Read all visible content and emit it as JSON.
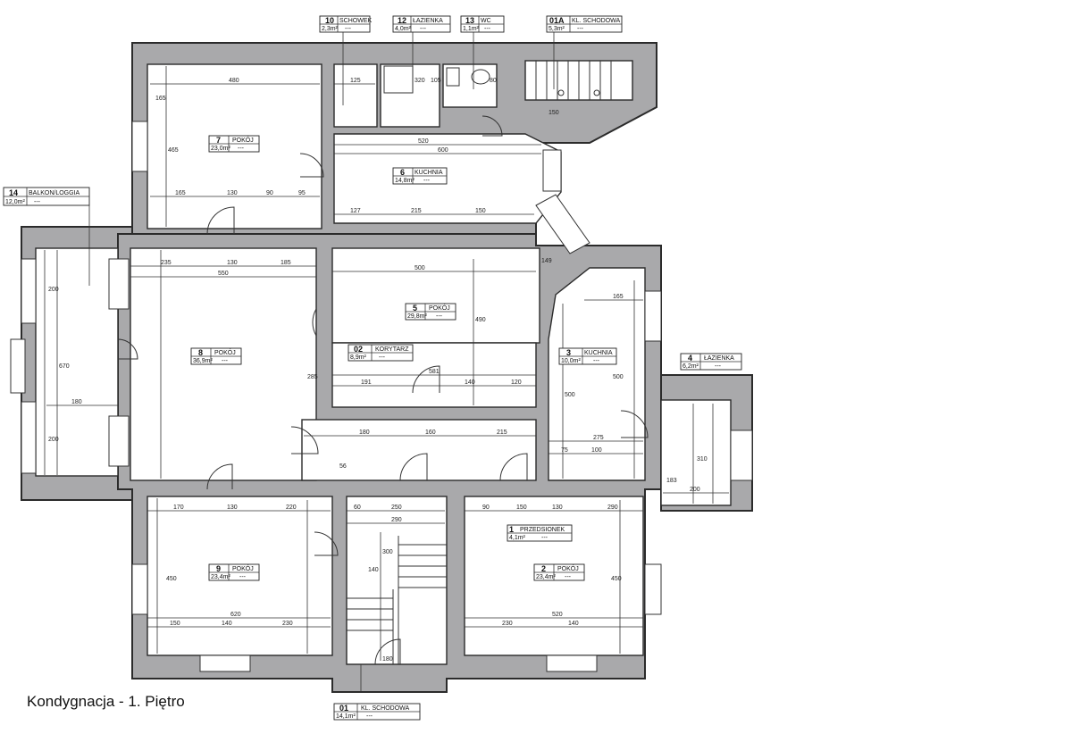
{
  "caption": "Kondygnacja - 1. Piętro",
  "rooms": [
    {
      "id": "r10",
      "num": "10",
      "name": "SCHOWEK",
      "area": "2,3m²",
      "extra": "---"
    },
    {
      "id": "r12",
      "num": "12",
      "name": "ŁAZIENKA",
      "area": "4,0m²",
      "extra": "---"
    },
    {
      "id": "r13",
      "num": "13",
      "name": "WC",
      "area": "1,1m²",
      "extra": "---"
    },
    {
      "id": "r01a",
      "num": "01A",
      "name": "KL. SCHODOWA",
      "area": "5,3m²",
      "extra": "---"
    },
    {
      "id": "r7",
      "num": "7",
      "name": "POKÓJ",
      "area": "23,0m²",
      "extra": "---"
    },
    {
      "id": "r6",
      "num": "6",
      "name": "KUCHNIA",
      "area": "14,8m²",
      "extra": "---"
    },
    {
      "id": "r14",
      "num": "14",
      "name": "BALKON/LOGGIA",
      "area": "12,0m²",
      "extra": "---"
    },
    {
      "id": "r5",
      "num": "5",
      "name": "POKÓJ",
      "area": "29,8m²",
      "extra": "---"
    },
    {
      "id": "r8",
      "num": "8",
      "name": "POKÓJ",
      "area": "36,9m²",
      "extra": "---"
    },
    {
      "id": "r02",
      "num": "02",
      "name": "KORYTARZ",
      "area": "8,9m²",
      "extra": "---"
    },
    {
      "id": "r3",
      "num": "3",
      "name": "KUCHNIA",
      "area": "10,0m²",
      "extra": "---"
    },
    {
      "id": "r4",
      "num": "4",
      "name": "ŁAZIENKA",
      "area": "6,2m²",
      "extra": "---"
    },
    {
      "id": "r1",
      "num": "1",
      "name": "PRZEDSIONEK",
      "area": "4,1m²",
      "extra": "---"
    },
    {
      "id": "r9",
      "num": "9",
      "name": "POKÓJ",
      "area": "23,4m²",
      "extra": "---"
    },
    {
      "id": "r2",
      "num": "2",
      "name": "POKÓJ",
      "area": "23,4m²",
      "extra": "---"
    },
    {
      "id": "r01",
      "num": "01",
      "name": "KL. SCHODOWA",
      "area": "14,1m²",
      "extra": "---"
    }
  ],
  "dimensions": [
    {
      "id": "d1",
      "text": "480"
    },
    {
      "id": "d2",
      "text": "125"
    },
    {
      "id": "d3",
      "text": "320"
    },
    {
      "id": "d4",
      "text": "105"
    },
    {
      "id": "d5",
      "text": "80"
    },
    {
      "id": "d6",
      "text": "150"
    },
    {
      "id": "d7",
      "text": "520"
    },
    {
      "id": "d8",
      "text": "600"
    },
    {
      "id": "d9",
      "text": "165"
    },
    {
      "id": "d10",
      "text": "130"
    },
    {
      "id": "d11",
      "text": "90"
    },
    {
      "id": "d12",
      "text": "95"
    },
    {
      "id": "d13",
      "text": "127"
    },
    {
      "id": "d14",
      "text": "215"
    },
    {
      "id": "d15",
      "text": "150"
    },
    {
      "id": "d16",
      "text": "235"
    },
    {
      "id": "d17",
      "text": "130"
    },
    {
      "id": "d18",
      "text": "185"
    },
    {
      "id": "d19",
      "text": "550"
    },
    {
      "id": "d20",
      "text": "500"
    },
    {
      "id": "d21",
      "text": "165"
    },
    {
      "id": "d22",
      "text": "581"
    },
    {
      "id": "d23",
      "text": "191"
    },
    {
      "id": "d24",
      "text": "140"
    },
    {
      "id": "d25",
      "text": "120"
    },
    {
      "id": "d26",
      "text": "180"
    },
    {
      "id": "d27",
      "text": "160"
    },
    {
      "id": "d28",
      "text": "215"
    },
    {
      "id": "d29",
      "text": "275"
    },
    {
      "id": "d30",
      "text": "75"
    },
    {
      "id": "d31",
      "text": "100"
    },
    {
      "id": "d32",
      "text": "200"
    },
    {
      "id": "d33",
      "text": "170"
    },
    {
      "id": "d34",
      "text": "130"
    },
    {
      "id": "d35",
      "text": "220"
    },
    {
      "id": "d36",
      "text": "250"
    },
    {
      "id": "d37",
      "text": "290"
    },
    {
      "id": "d38",
      "text": "90"
    },
    {
      "id": "d39",
      "text": "150"
    },
    {
      "id": "d40",
      "text": "130"
    },
    {
      "id": "d41",
      "text": "290"
    },
    {
      "id": "d42",
      "text": "620"
    },
    {
      "id": "d43",
      "text": "150"
    },
    {
      "id": "d44",
      "text": "140"
    },
    {
      "id": "d45",
      "text": "230"
    },
    {
      "id": "d46",
      "text": "230"
    },
    {
      "id": "d47",
      "text": "520"
    },
    {
      "id": "d48",
      "text": "140"
    },
    {
      "id": "d49",
      "text": "450"
    },
    {
      "id": "d50",
      "text": "450"
    },
    {
      "id": "d51",
      "text": "670"
    },
    {
      "id": "d52",
      "text": "180"
    },
    {
      "id": "d53",
      "text": "200"
    },
    {
      "id": "d54",
      "text": "200"
    },
    {
      "id": "d55",
      "text": "165"
    },
    {
      "id": "d56",
      "text": "465"
    },
    {
      "id": "d57",
      "text": "300"
    },
    {
      "id": "d58",
      "text": "140"
    },
    {
      "id": "d59",
      "text": "180"
    },
    {
      "id": "d60",
      "text": "500"
    },
    {
      "id": "d61",
      "text": "500"
    },
    {
      "id": "d62",
      "text": "310"
    },
    {
      "id": "d63",
      "text": "183"
    },
    {
      "id": "d64",
      "text": "149"
    },
    {
      "id": "d65",
      "text": "490"
    },
    {
      "id": "d66",
      "text": "285"
    },
    {
      "id": "d67",
      "text": "56"
    },
    {
      "id": "d68",
      "text": "60"
    }
  ]
}
